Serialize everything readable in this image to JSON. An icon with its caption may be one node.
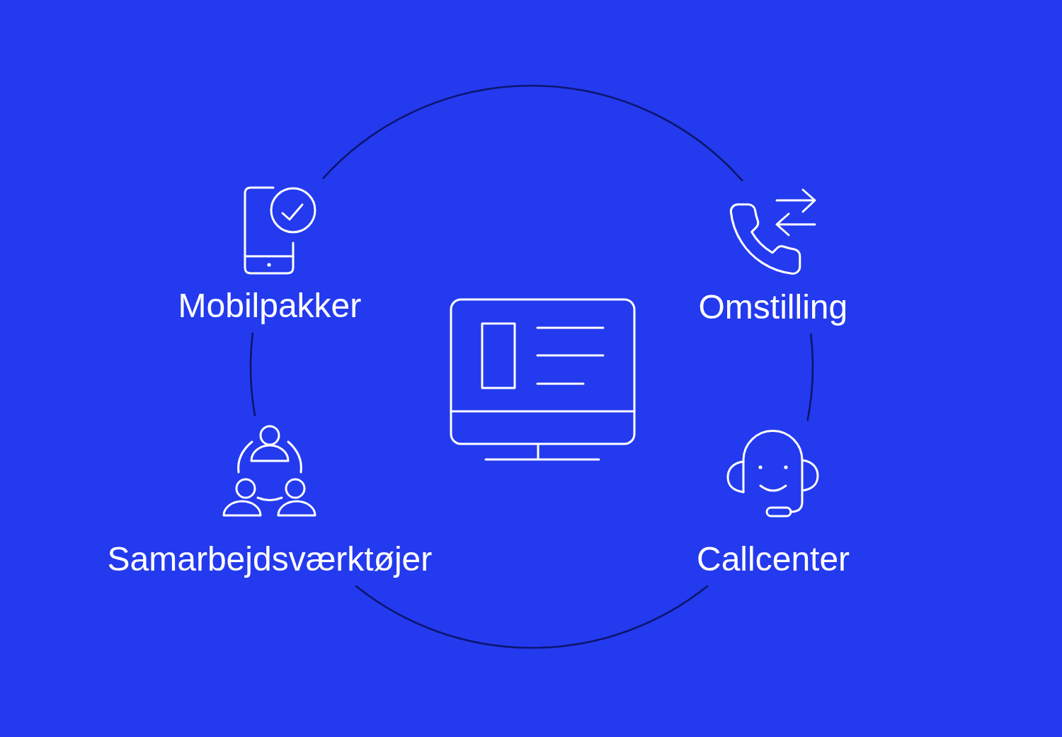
{
  "diagram": {
    "nodes": [
      {
        "text": [
          "Mobilpakker"
        ]
      },
      {
        "text": [
          "Omstilling"
        ]
      },
      {
        "text": [],
        "shape": "picture"
      },
      {
        "text": [
          "Samarbejdsværktøjer"
        ]
      },
      {
        "text": [
          "Callcenter"
        ]
      }
    ],
    "edges": [
      {
        "from": 0,
        "to": 1,
        "arrow": "none"
      },
      {
        "from": 1,
        "to": 4,
        "arrow": "none"
      },
      {
        "from": 4,
        "to": 3,
        "arrow": "none"
      },
      {
        "from": 3,
        "to": 0,
        "arrow": "none"
      }
    ]
  }
}
